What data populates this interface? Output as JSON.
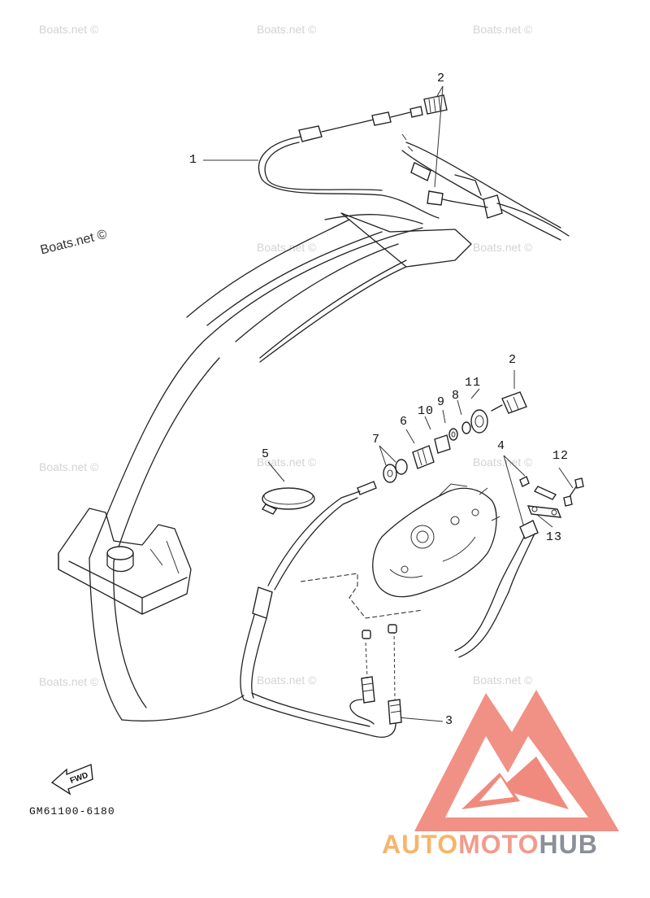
{
  "watermarks": [
    "Boats.net ©",
    "Boats.net ©",
    "Boats.net ©",
    "Boats.net ©",
    "Boats.net ©",
    "Boats.net ©",
    "Boats.net ©",
    "Boats.net ©",
    "Boats.net ©",
    "Boats.net ©",
    "Boats.net ©"
  ],
  "watermark_dark": "Boats.net ©",
  "callouts": [
    "1",
    "2",
    "2",
    "3",
    "4",
    "5",
    "6",
    "7",
    "8",
    "9",
    "10",
    "11",
    "12",
    "13"
  ],
  "diagram_code": "GM61100-6180",
  "fwd_label": "FWD",
  "brand": {
    "part1": "AUTO",
    "part2": "MOTO",
    "part3": "HUB"
  },
  "colors": {
    "brand_red": "#f08a7e",
    "brand_orange": "#f6b56c",
    "brand_gray": "#8a8f98",
    "watermark": "#d3d3d3"
  }
}
